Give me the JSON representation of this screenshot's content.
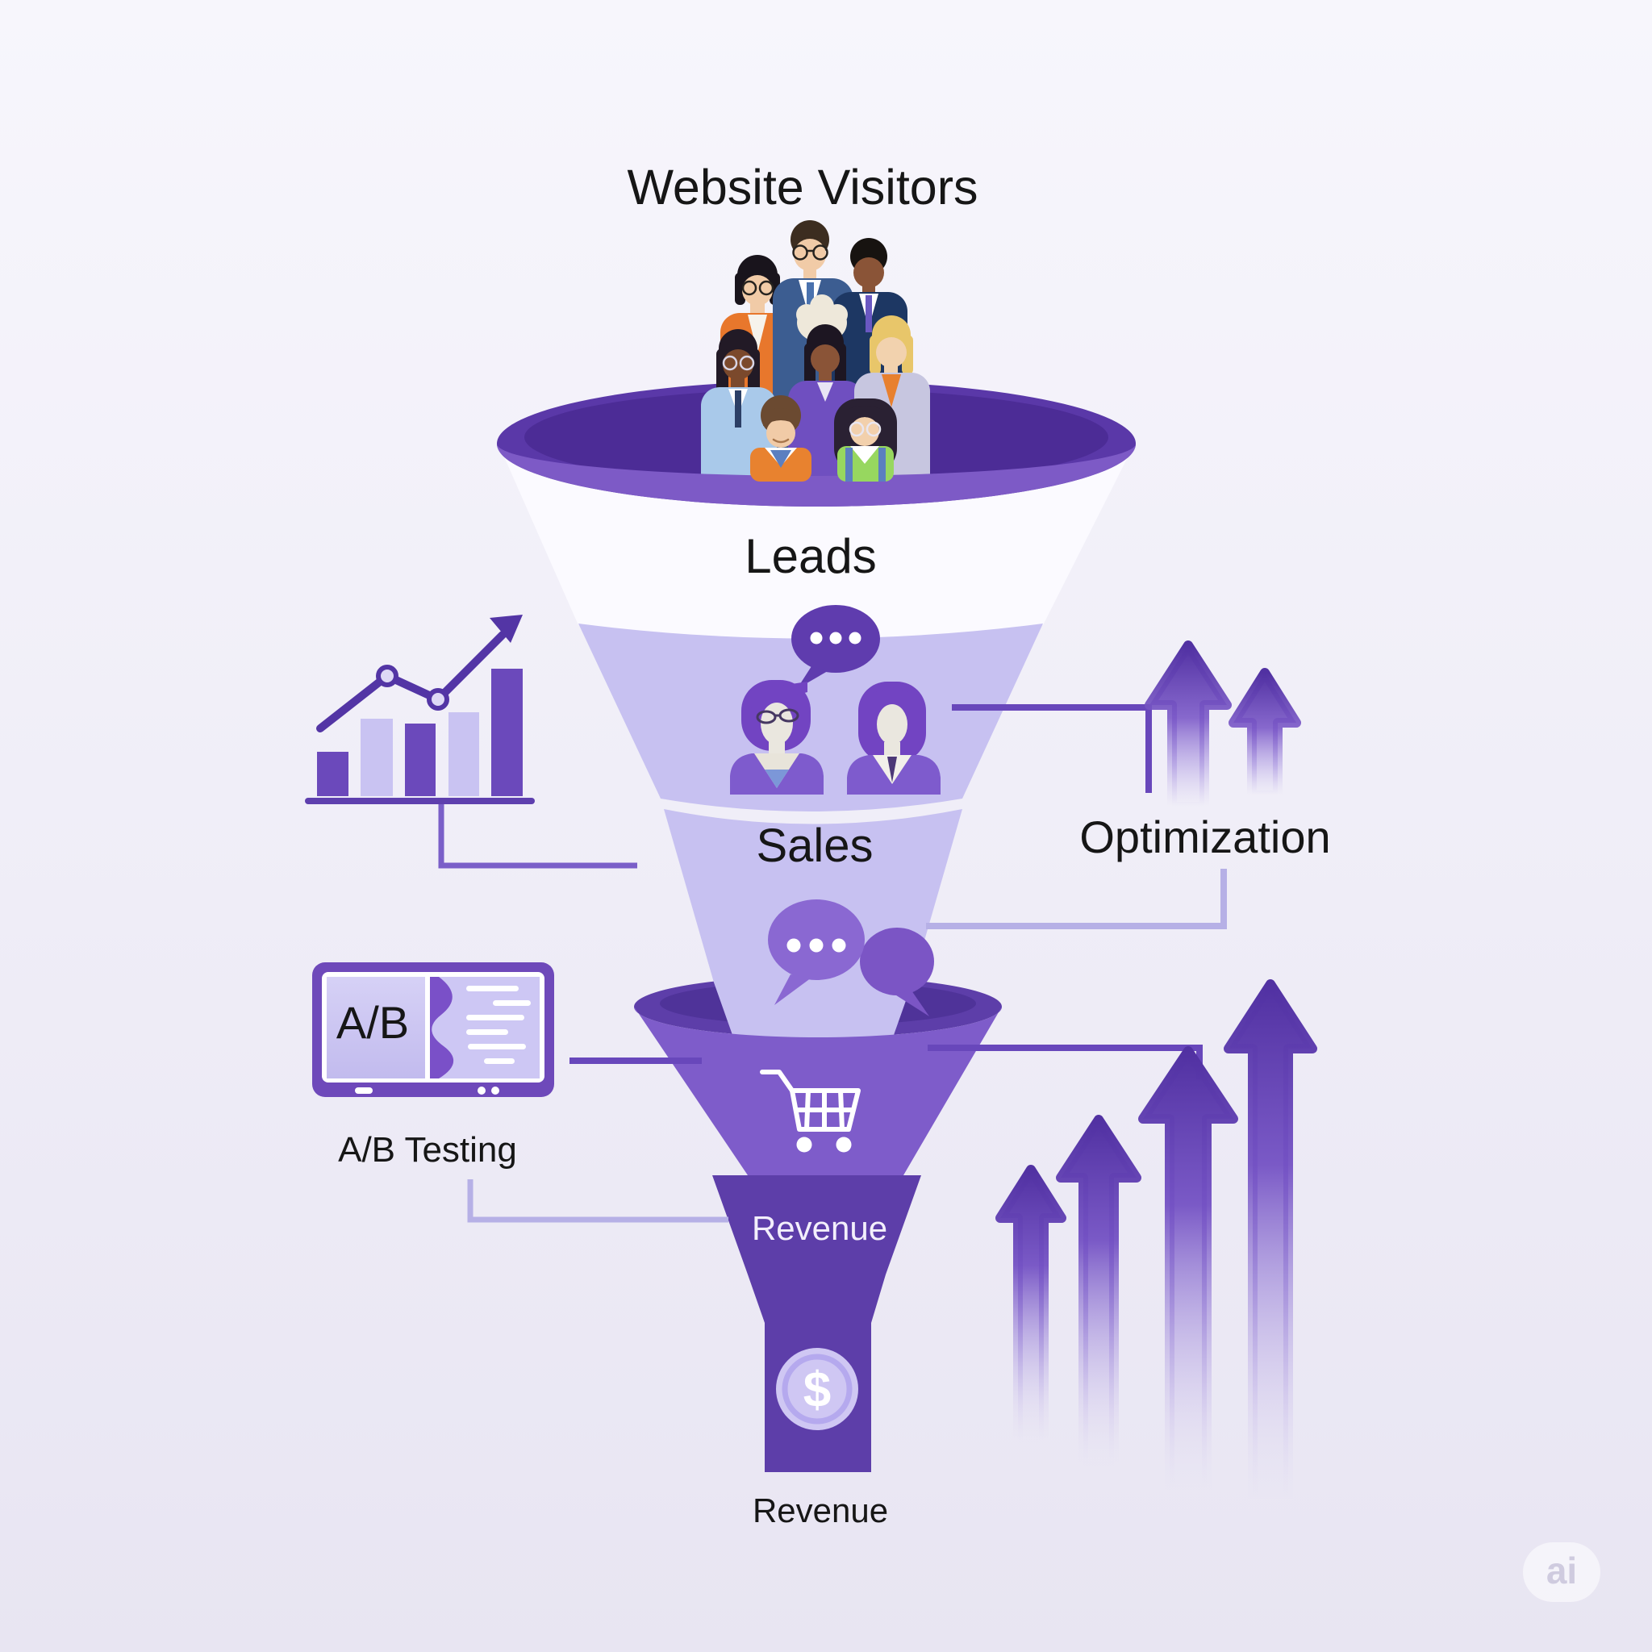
{
  "title": "Website Visitors",
  "stages": {
    "leads": "Leads",
    "sales": "Sales",
    "revenue_band": "Revenue",
    "revenue_bottom": "Revenue"
  },
  "callouts": {
    "optimization": "Optimization",
    "ab_testing": "A/B Testing",
    "ab_screen": "A/B"
  },
  "coin": {
    "symbol": "$"
  },
  "watermark": {
    "text": "ai"
  },
  "icons": {
    "funnel": "marketing-funnel",
    "people_group": "website-visitors-crowd",
    "speech_bubble": "speech-bubble-dots",
    "avatars": "two-person-avatars",
    "chat_bubbles": "double-chat-bubbles",
    "bar_chart": "growth-bar-chart-with-trend-arrow",
    "ab_panel": "ab-test-monitor",
    "cart": "shopping-cart",
    "coin": "dollar-coin",
    "growth_arrows_top": "two-up-arrows",
    "growth_arrows_bottom": "four-ascending-up-arrows"
  },
  "colors": {
    "background_top": "#f6f5fb",
    "background_bottom": "#e9e6f3",
    "funnel_dark": "#5a38a8",
    "funnel_well": "#4c2c96",
    "funnel_front_rim": "#7d5ac6",
    "funnel_light_section": "#c7c1f1",
    "funnel_bowl": "#7e5cca",
    "funnel_neck": "#5d3ea9",
    "connector_dark": "#6847bb",
    "connector_light": "#b6b0e6",
    "accent_bubble": "#5f3cae",
    "arrow_gradient_top": "#5131a2",
    "text_dark": "#161616",
    "text_white": "#f3effc"
  }
}
